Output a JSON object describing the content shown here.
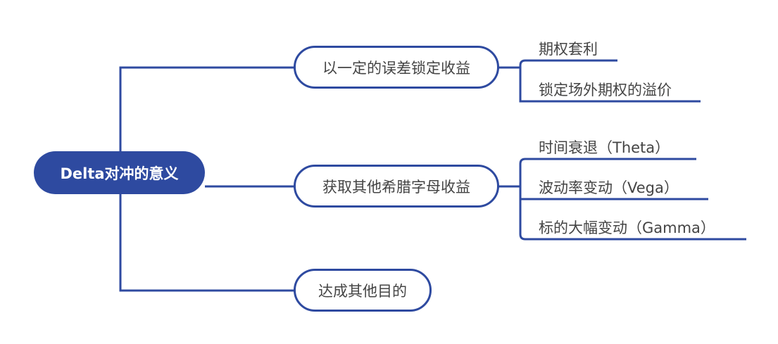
{
  "colors": {
    "accent": "#2e4aa0",
    "text": "#444444",
    "background": "#ffffff"
  },
  "root": {
    "label": "Delta对冲的意义"
  },
  "branches": [
    {
      "label": "以一定的误差锁定收益",
      "children": [
        "期权套利",
        "锁定场外期权的溢价"
      ]
    },
    {
      "label": "获取其他希腊字母收益",
      "children": [
        "时间衰退（Theta）",
        "波动率变动（Vega）",
        "标的大幅变动（Gamma）"
      ]
    },
    {
      "label": "达成其他目的",
      "children": []
    }
  ]
}
